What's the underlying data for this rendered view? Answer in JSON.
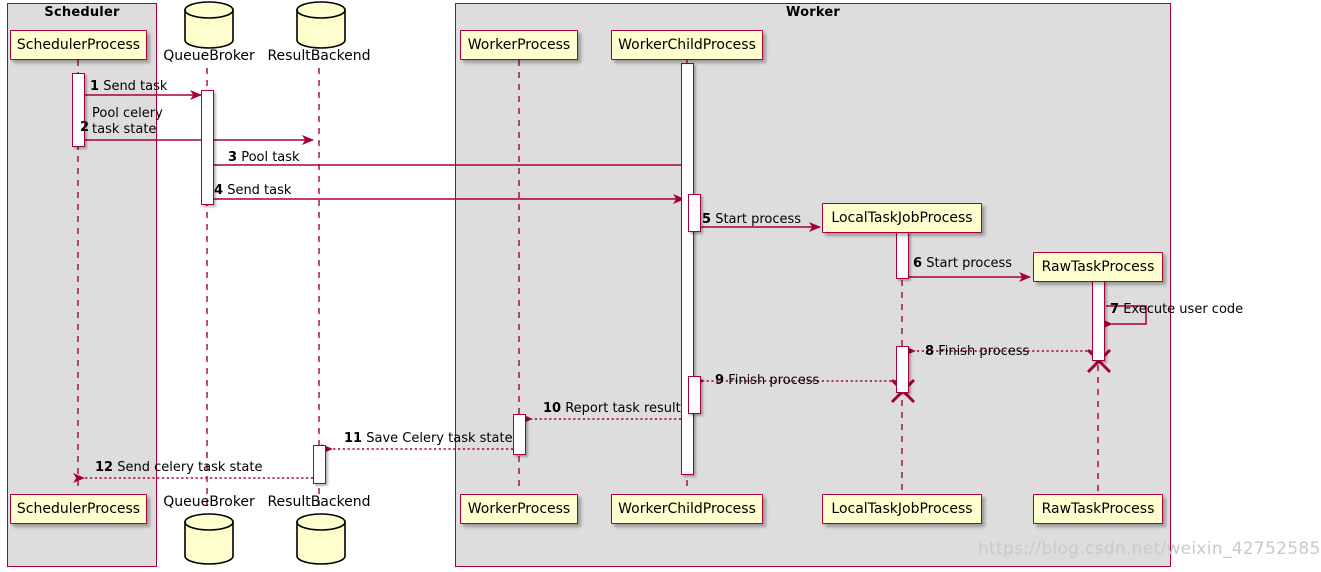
{
  "diagram": {
    "type": "sequence-diagram",
    "colors": {
      "line": "#A80036",
      "participant_fill": "#FEFECE",
      "group_fill": "#DDDDDD",
      "activation_fill": "#FFFFFF",
      "database_stroke": "#000000",
      "text": "#000000",
      "watermark": "#C9C9C9"
    },
    "groups": [
      {
        "name": "scheduler-group",
        "title": "Scheduler"
      },
      {
        "name": "worker-group",
        "title": "Worker"
      }
    ],
    "participants": [
      {
        "name": "scheduler-process",
        "label": "SchedulerProcess",
        "shape": "box",
        "group": "Scheduler"
      },
      {
        "name": "queue-broker",
        "label": "QueueBroker",
        "shape": "database",
        "group": null
      },
      {
        "name": "result-backend",
        "label": "ResultBackend",
        "shape": "database",
        "group": null
      },
      {
        "name": "worker-process",
        "label": "WorkerProcess",
        "shape": "box",
        "group": "Worker"
      },
      {
        "name": "worker-child-process",
        "label": "WorkerChildProcess",
        "shape": "box",
        "group": "Worker"
      },
      {
        "name": "local-task-job-process",
        "label": "LocalTaskJobProcess",
        "shape": "box",
        "group": "Worker"
      },
      {
        "name": "raw-task-process",
        "label": "RawTaskProcess",
        "shape": "box",
        "group": "Worker"
      }
    ],
    "messages": [
      {
        "num": "1",
        "text": "Send task",
        "from": "SchedulerProcess",
        "to": "QueueBroker",
        "style": "solid",
        "direction": "right"
      },
      {
        "num": "2",
        "text": "Pool celery task state",
        "from": "SchedulerProcess",
        "to": "ResultBackend",
        "style": "solid",
        "direction": "right"
      },
      {
        "num": "3",
        "text": "Pool task",
        "from": "WorkerChildProcess",
        "to": "QueueBroker",
        "style": "solid",
        "direction": "left"
      },
      {
        "num": "4",
        "text": "Send task",
        "from": "QueueBroker",
        "to": "WorkerChildProcess",
        "style": "solid",
        "direction": "right"
      },
      {
        "num": "5",
        "text": "Start process",
        "from": "WorkerChildProcess",
        "to": "LocalTaskJobProcess",
        "style": "solid",
        "direction": "right"
      },
      {
        "num": "6",
        "text": "Start process",
        "from": "LocalTaskJobProcess",
        "to": "RawTaskProcess",
        "style": "solid",
        "direction": "right"
      },
      {
        "num": "7",
        "text": "Execute user code",
        "from": "RawTaskProcess",
        "to": "RawTaskProcess",
        "style": "solid",
        "direction": "self"
      },
      {
        "num": "8",
        "text": "Finish process",
        "from": "RawTaskProcess",
        "to": "LocalTaskJobProcess",
        "style": "dotted",
        "direction": "left"
      },
      {
        "num": "9",
        "text": "Finish process",
        "from": "LocalTaskJobProcess",
        "to": "WorkerChildProcess",
        "style": "dotted",
        "direction": "left"
      },
      {
        "num": "10",
        "text": "Report task result",
        "from": "WorkerChildProcess",
        "to": "WorkerProcess",
        "style": "dotted",
        "direction": "left"
      },
      {
        "num": "11",
        "text": "Save Celery task state",
        "from": "WorkerProcess",
        "to": "ResultBackend",
        "style": "dotted",
        "direction": "left"
      },
      {
        "num": "12",
        "text": "Send celery task state",
        "from": "ResultBackend",
        "to": "SchedulerProcess",
        "style": "dotted",
        "direction": "left"
      }
    ],
    "destroyed": [
      {
        "name": "raw-task-process-destroy",
        "participant": "RawTaskProcess"
      },
      {
        "name": "local-task-job-process-destroy",
        "participant": "LocalTaskJobProcess"
      }
    ],
    "watermark": "https://blog.csdn.net/weixin_42752585"
  }
}
